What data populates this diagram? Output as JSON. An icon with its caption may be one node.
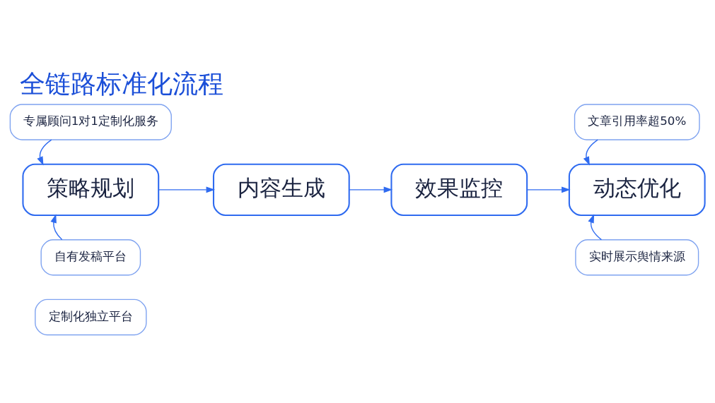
{
  "diagram": {
    "title": "全链路标准化流程",
    "nodes": [
      {
        "text": [
          "策略规划"
        ]
      },
      {
        "text": [
          "内容生成"
        ]
      },
      {
        "text": [
          "效果监控"
        ]
      },
      {
        "text": [
          "动态优化"
        ]
      },
      {
        "text": [
          "专属顾问1对1定制化服务"
        ]
      },
      {
        "text": [
          "自有发稿平台"
        ]
      },
      {
        "text": [
          "定制化独立平台"
        ]
      },
      {
        "text": [
          "文章引用率超50%"
        ]
      },
      {
        "text": [
          "实时展示舆情来源"
        ]
      }
    ],
    "edges": [
      {
        "from": 4,
        "to": 0,
        "arrow": "to"
      },
      {
        "from": 5,
        "to": 0,
        "arrow": "to"
      },
      {
        "from": 0,
        "to": 1,
        "arrow": "to"
      },
      {
        "from": 1,
        "to": 2,
        "arrow": "to"
      },
      {
        "from": 2,
        "to": 3,
        "arrow": "to"
      },
      {
        "from": 7,
        "to": 3,
        "arrow": "to"
      },
      {
        "from": 8,
        "to": 3,
        "arrow": "to"
      }
    ]
  }
}
